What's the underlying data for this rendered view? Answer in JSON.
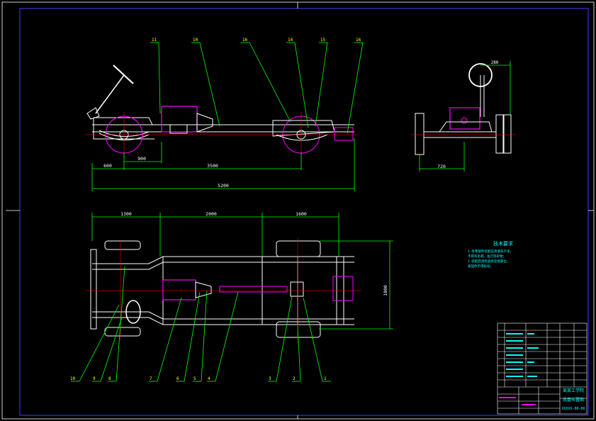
{
  "drawing": {
    "balloon_labels_top": [
      "11",
      "10",
      "16",
      "14",
      "15",
      "16"
    ],
    "balloon_labels_bottom": [
      "10",
      "9",
      "8",
      "7",
      "6",
      "5",
      "4",
      "3",
      "2",
      "1"
    ],
    "dimensions": {
      "side_view": [
        "600",
        "900",
        "3500",
        "5200"
      ],
      "rear_view": [
        "280",
        "720"
      ],
      "plan_view": [
        "1300",
        "2000",
        "1600",
        "1800"
      ]
    },
    "tech_requirements": {
      "heading": "技术要求",
      "lines": [
        "1.各零部件装配前须清洗干净，",
        "  不得有毛刺、油污等杂物；",
        "2.装配后须检查各连接部位，",
        "  紧固件不得松动。"
      ]
    },
    "title_block": {
      "school": "某某工学院",
      "title": "底盘布置图",
      "drawing_no": "XXXXX-00-00"
    }
  },
  "colors": {
    "background": "#000000",
    "outline": "#ffffff",
    "dimension": "#00ff00",
    "component": "#ff00ff",
    "center_line": "#ff0000",
    "frame_border": "#3333ff",
    "balloon_text": "#ffff00"
  }
}
